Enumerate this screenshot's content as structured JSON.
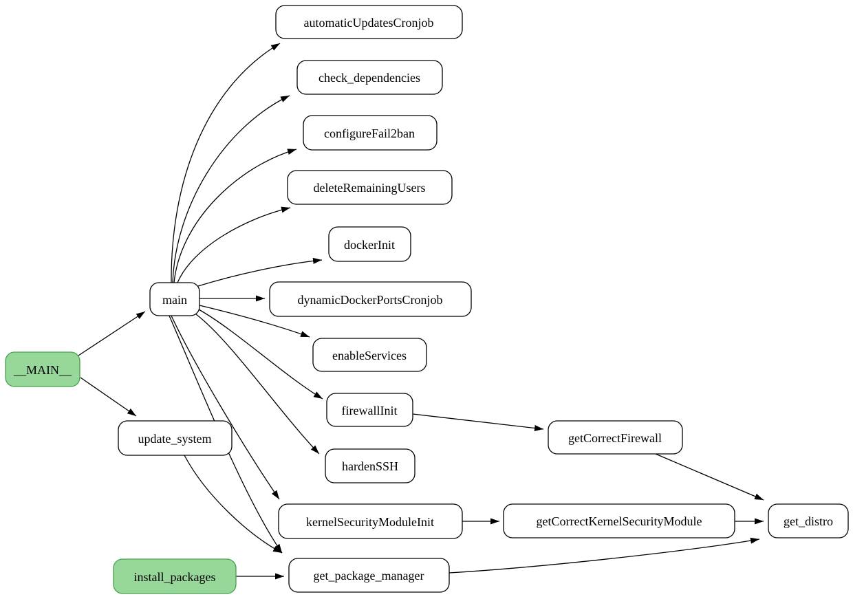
{
  "diagram": {
    "type": "call-graph",
    "colors": {
      "background": "#ffffff",
      "node_fill": "#ffffff",
      "node_border": "#000000",
      "entry_node_fill": "#98d79a",
      "entry_node_border": "#44a24c",
      "edge_color": "#000000",
      "text_color": "#000000"
    },
    "nodes": [
      {
        "id": "__MAIN__",
        "label": "__MAIN__",
        "kind": "entry"
      },
      {
        "id": "main",
        "label": "main",
        "kind": "function"
      },
      {
        "id": "update_system",
        "label": "update_system",
        "kind": "function"
      },
      {
        "id": "install_packages",
        "label": "install_packages",
        "kind": "entry"
      },
      {
        "id": "automaticUpdatesCronjob",
        "label": "automaticUpdatesCronjob",
        "kind": "function"
      },
      {
        "id": "check_dependencies",
        "label": "check_dependencies",
        "kind": "function"
      },
      {
        "id": "configureFail2ban",
        "label": "configureFail2ban",
        "kind": "function"
      },
      {
        "id": "deleteRemainingUsers",
        "label": "deleteRemainingUsers",
        "kind": "function"
      },
      {
        "id": "dockerInit",
        "label": "dockerInit",
        "kind": "function"
      },
      {
        "id": "dynamicDockerPortsCronjob",
        "label": "dynamicDockerPortsCronjob",
        "kind": "function"
      },
      {
        "id": "enableServices",
        "label": "enableServices",
        "kind": "function"
      },
      {
        "id": "firewallInit",
        "label": "firewallInit",
        "kind": "function"
      },
      {
        "id": "hardenSSH",
        "label": "hardenSSH",
        "kind": "function"
      },
      {
        "id": "kernelSecurityModuleInit",
        "label": "kernelSecurityModuleInit",
        "kind": "function"
      },
      {
        "id": "get_package_manager",
        "label": "get_package_manager",
        "kind": "function"
      },
      {
        "id": "getCorrectFirewall",
        "label": "getCorrectFirewall",
        "kind": "function"
      },
      {
        "id": "getCorrectKernelSecurityModule",
        "label": "getCorrectKernelSecurityModule",
        "kind": "function"
      },
      {
        "id": "get_distro",
        "label": "get_distro",
        "kind": "function"
      }
    ],
    "edges": [
      {
        "from": "__MAIN__",
        "to": "main"
      },
      {
        "from": "__MAIN__",
        "to": "update_system"
      },
      {
        "from": "main",
        "to": "automaticUpdatesCronjob"
      },
      {
        "from": "main",
        "to": "check_dependencies"
      },
      {
        "from": "main",
        "to": "configureFail2ban"
      },
      {
        "from": "main",
        "to": "deleteRemainingUsers"
      },
      {
        "from": "main",
        "to": "dockerInit"
      },
      {
        "from": "main",
        "to": "dynamicDockerPortsCronjob"
      },
      {
        "from": "main",
        "to": "enableServices"
      },
      {
        "from": "main",
        "to": "firewallInit"
      },
      {
        "from": "main",
        "to": "hardenSSH"
      },
      {
        "from": "main",
        "to": "kernelSecurityModuleInit"
      },
      {
        "from": "main",
        "to": "get_package_manager"
      },
      {
        "from": "update_system",
        "to": "get_package_manager"
      },
      {
        "from": "install_packages",
        "to": "get_package_manager"
      },
      {
        "from": "firewallInit",
        "to": "getCorrectFirewall"
      },
      {
        "from": "getCorrectFirewall",
        "to": "get_distro"
      },
      {
        "from": "kernelSecurityModuleInit",
        "to": "getCorrectKernelSecurityModule"
      },
      {
        "from": "getCorrectKernelSecurityModule",
        "to": "get_distro"
      },
      {
        "from": "get_package_manager",
        "to": "get_distro"
      }
    ]
  }
}
